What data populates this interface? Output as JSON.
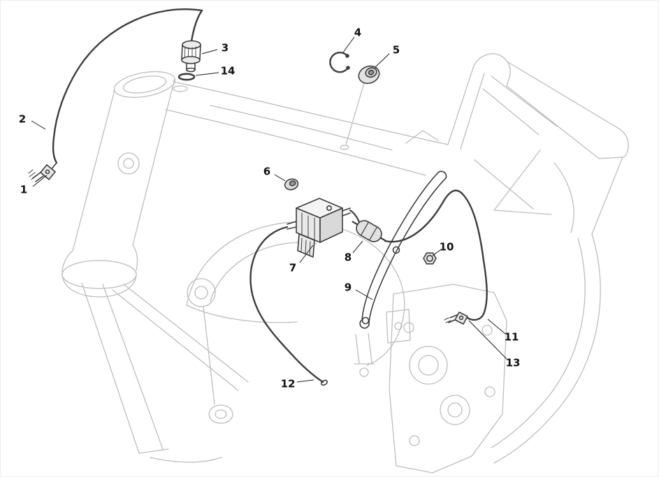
{
  "diagram": {
    "background_color": "#ffffff",
    "frame_line_color": "#bdbdbd",
    "part_line_color": "#3d3d3d",
    "leader_line_color": "#1a1a1a",
    "label_color": "#111111",
    "callouts": [
      {
        "label": "1"
      },
      {
        "label": "2"
      },
      {
        "label": "3"
      },
      {
        "label": "4"
      },
      {
        "label": "5"
      },
      {
        "label": "6"
      },
      {
        "label": "7"
      },
      {
        "label": "8"
      },
      {
        "label": "9"
      },
      {
        "label": "10"
      },
      {
        "label": "11"
      },
      {
        "label": "12"
      },
      {
        "label": "13"
      },
      {
        "label": "14"
      }
    ]
  }
}
